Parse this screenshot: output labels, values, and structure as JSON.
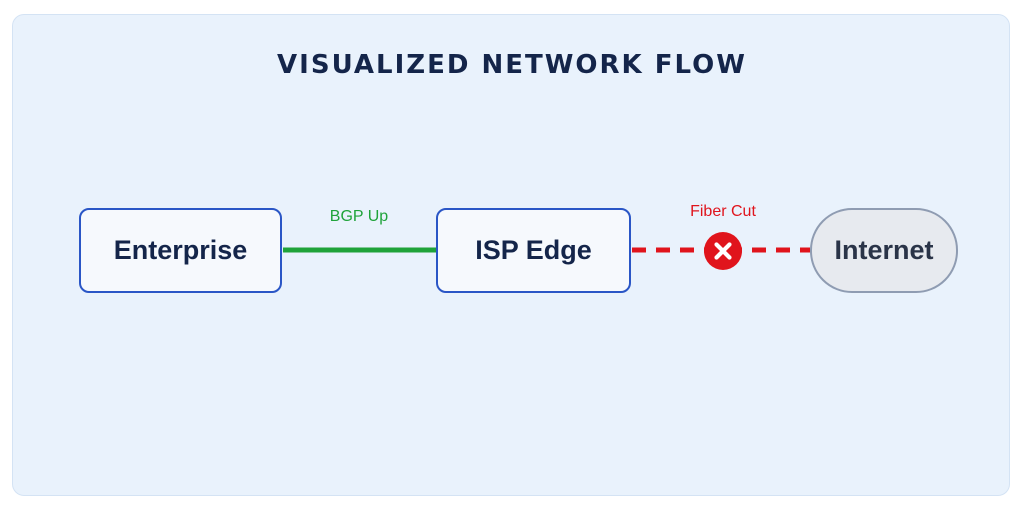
{
  "diagram": {
    "title": "VISUALIZED NETWORK FLOW",
    "nodes": {
      "enterprise": "Enterprise",
      "isp_edge": "ISP Edge",
      "internet": "Internet"
    },
    "links": {
      "enterprise_to_isp": {
        "label": "BGP Up",
        "status": "up",
        "color": "#1fa33a",
        "style": "solid"
      },
      "isp_to_internet": {
        "label": "Fiber Cut",
        "status": "down",
        "color": "#e0141c",
        "style": "dashed",
        "icon": "x-circle-icon"
      }
    }
  }
}
